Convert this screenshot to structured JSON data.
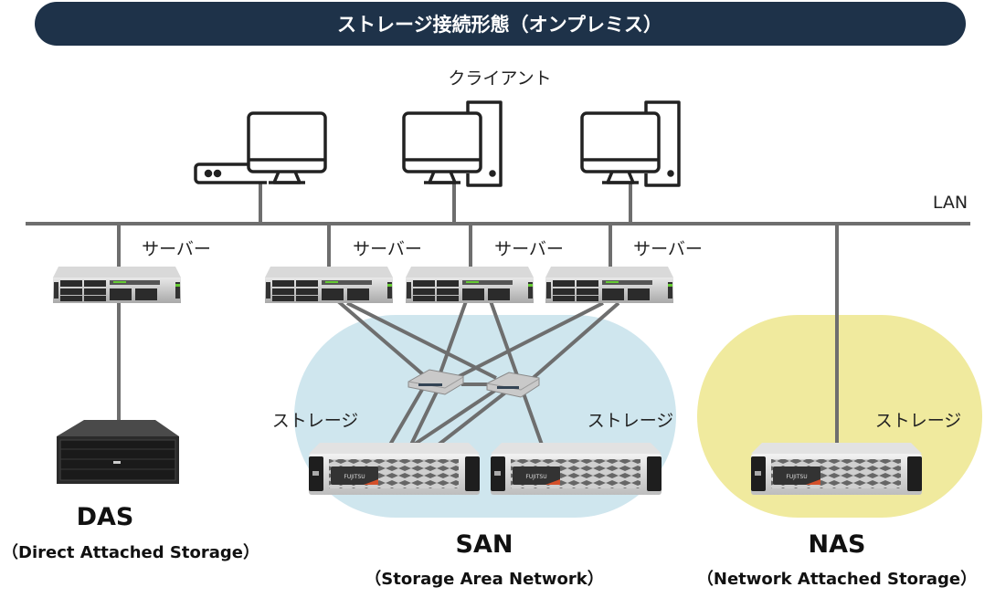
{
  "title": "ストレージ接続形態（オンプレミス）",
  "clients_label": "クライアント",
  "lan_label": "LAN",
  "server_labels": [
    "サーバー",
    "サーバー",
    "サーバー",
    "サーバー"
  ],
  "storage_labels": [
    "ストレージ",
    "ストレージ",
    "ストレージ"
  ],
  "das": {
    "name": "DAS",
    "full": "（Direct Attached Storage）"
  },
  "san": {
    "name": "SAN",
    "full": "（Storage Area Network）"
  },
  "nas": {
    "name": "NAS",
    "full": "（Network Attached Storage）"
  },
  "colors": {
    "title_bg": "#1e3249",
    "san_area": "#cfe6ee",
    "nas_area": "#f0ea9e",
    "line": "#6e6e6e"
  }
}
